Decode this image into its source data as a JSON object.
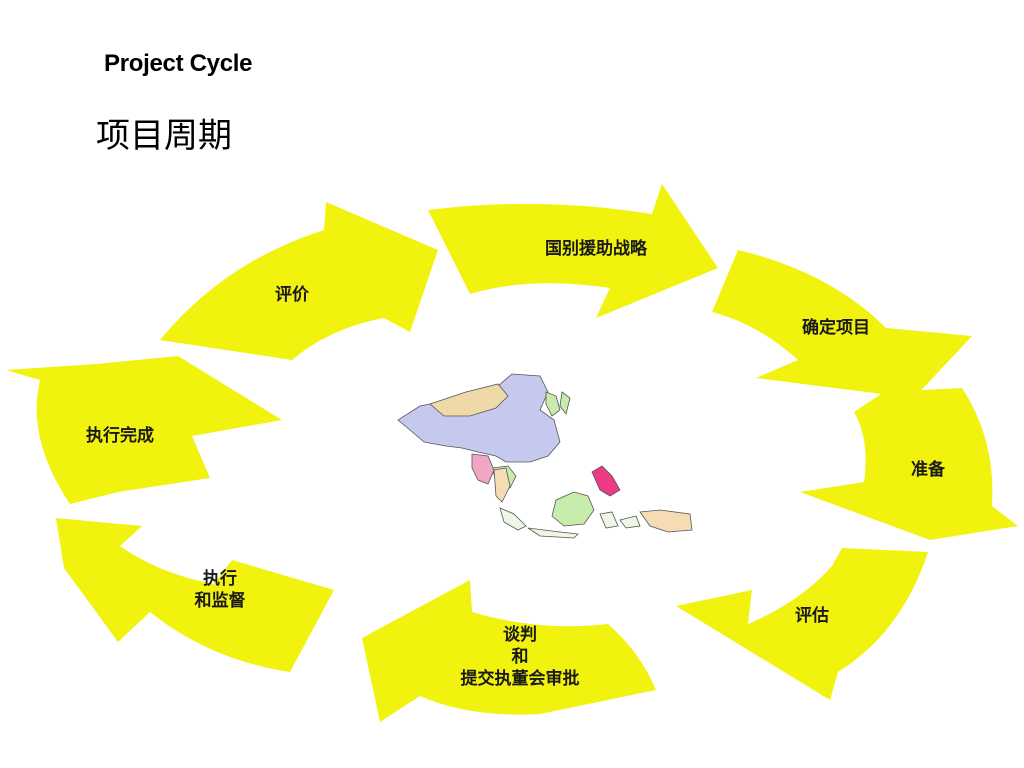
{
  "title_en": "Project Cycle",
  "title_zh": "项目周期",
  "stages": [
    {
      "id": "country-strategy",
      "lines": [
        "国别援助战略"
      ]
    },
    {
      "id": "identification",
      "lines": [
        "确定项目"
      ]
    },
    {
      "id": "preparation",
      "lines": [
        "准备"
      ]
    },
    {
      "id": "appraisal",
      "lines": [
        "评估"
      ]
    },
    {
      "id": "negotiation",
      "lines": [
        "谈判",
        "和",
        "提交执董会审批"
      ]
    },
    {
      "id": "implementation",
      "lines": [
        "执行",
        "和监督"
      ]
    },
    {
      "id": "completion",
      "lines": [
        "执行完成"
      ]
    },
    {
      "id": "evaluation",
      "lines": [
        "评价"
      ]
    }
  ],
  "colors": {
    "arrow_fill": "#f2f20f",
    "map_china": "#c6c9ee",
    "map_mongolia": "#efd9a9",
    "map_green": "#c7ecac",
    "map_pink": "#f2a6c6",
    "map_magenta": "#ec3a86",
    "map_peach": "#f5dcb4"
  }
}
